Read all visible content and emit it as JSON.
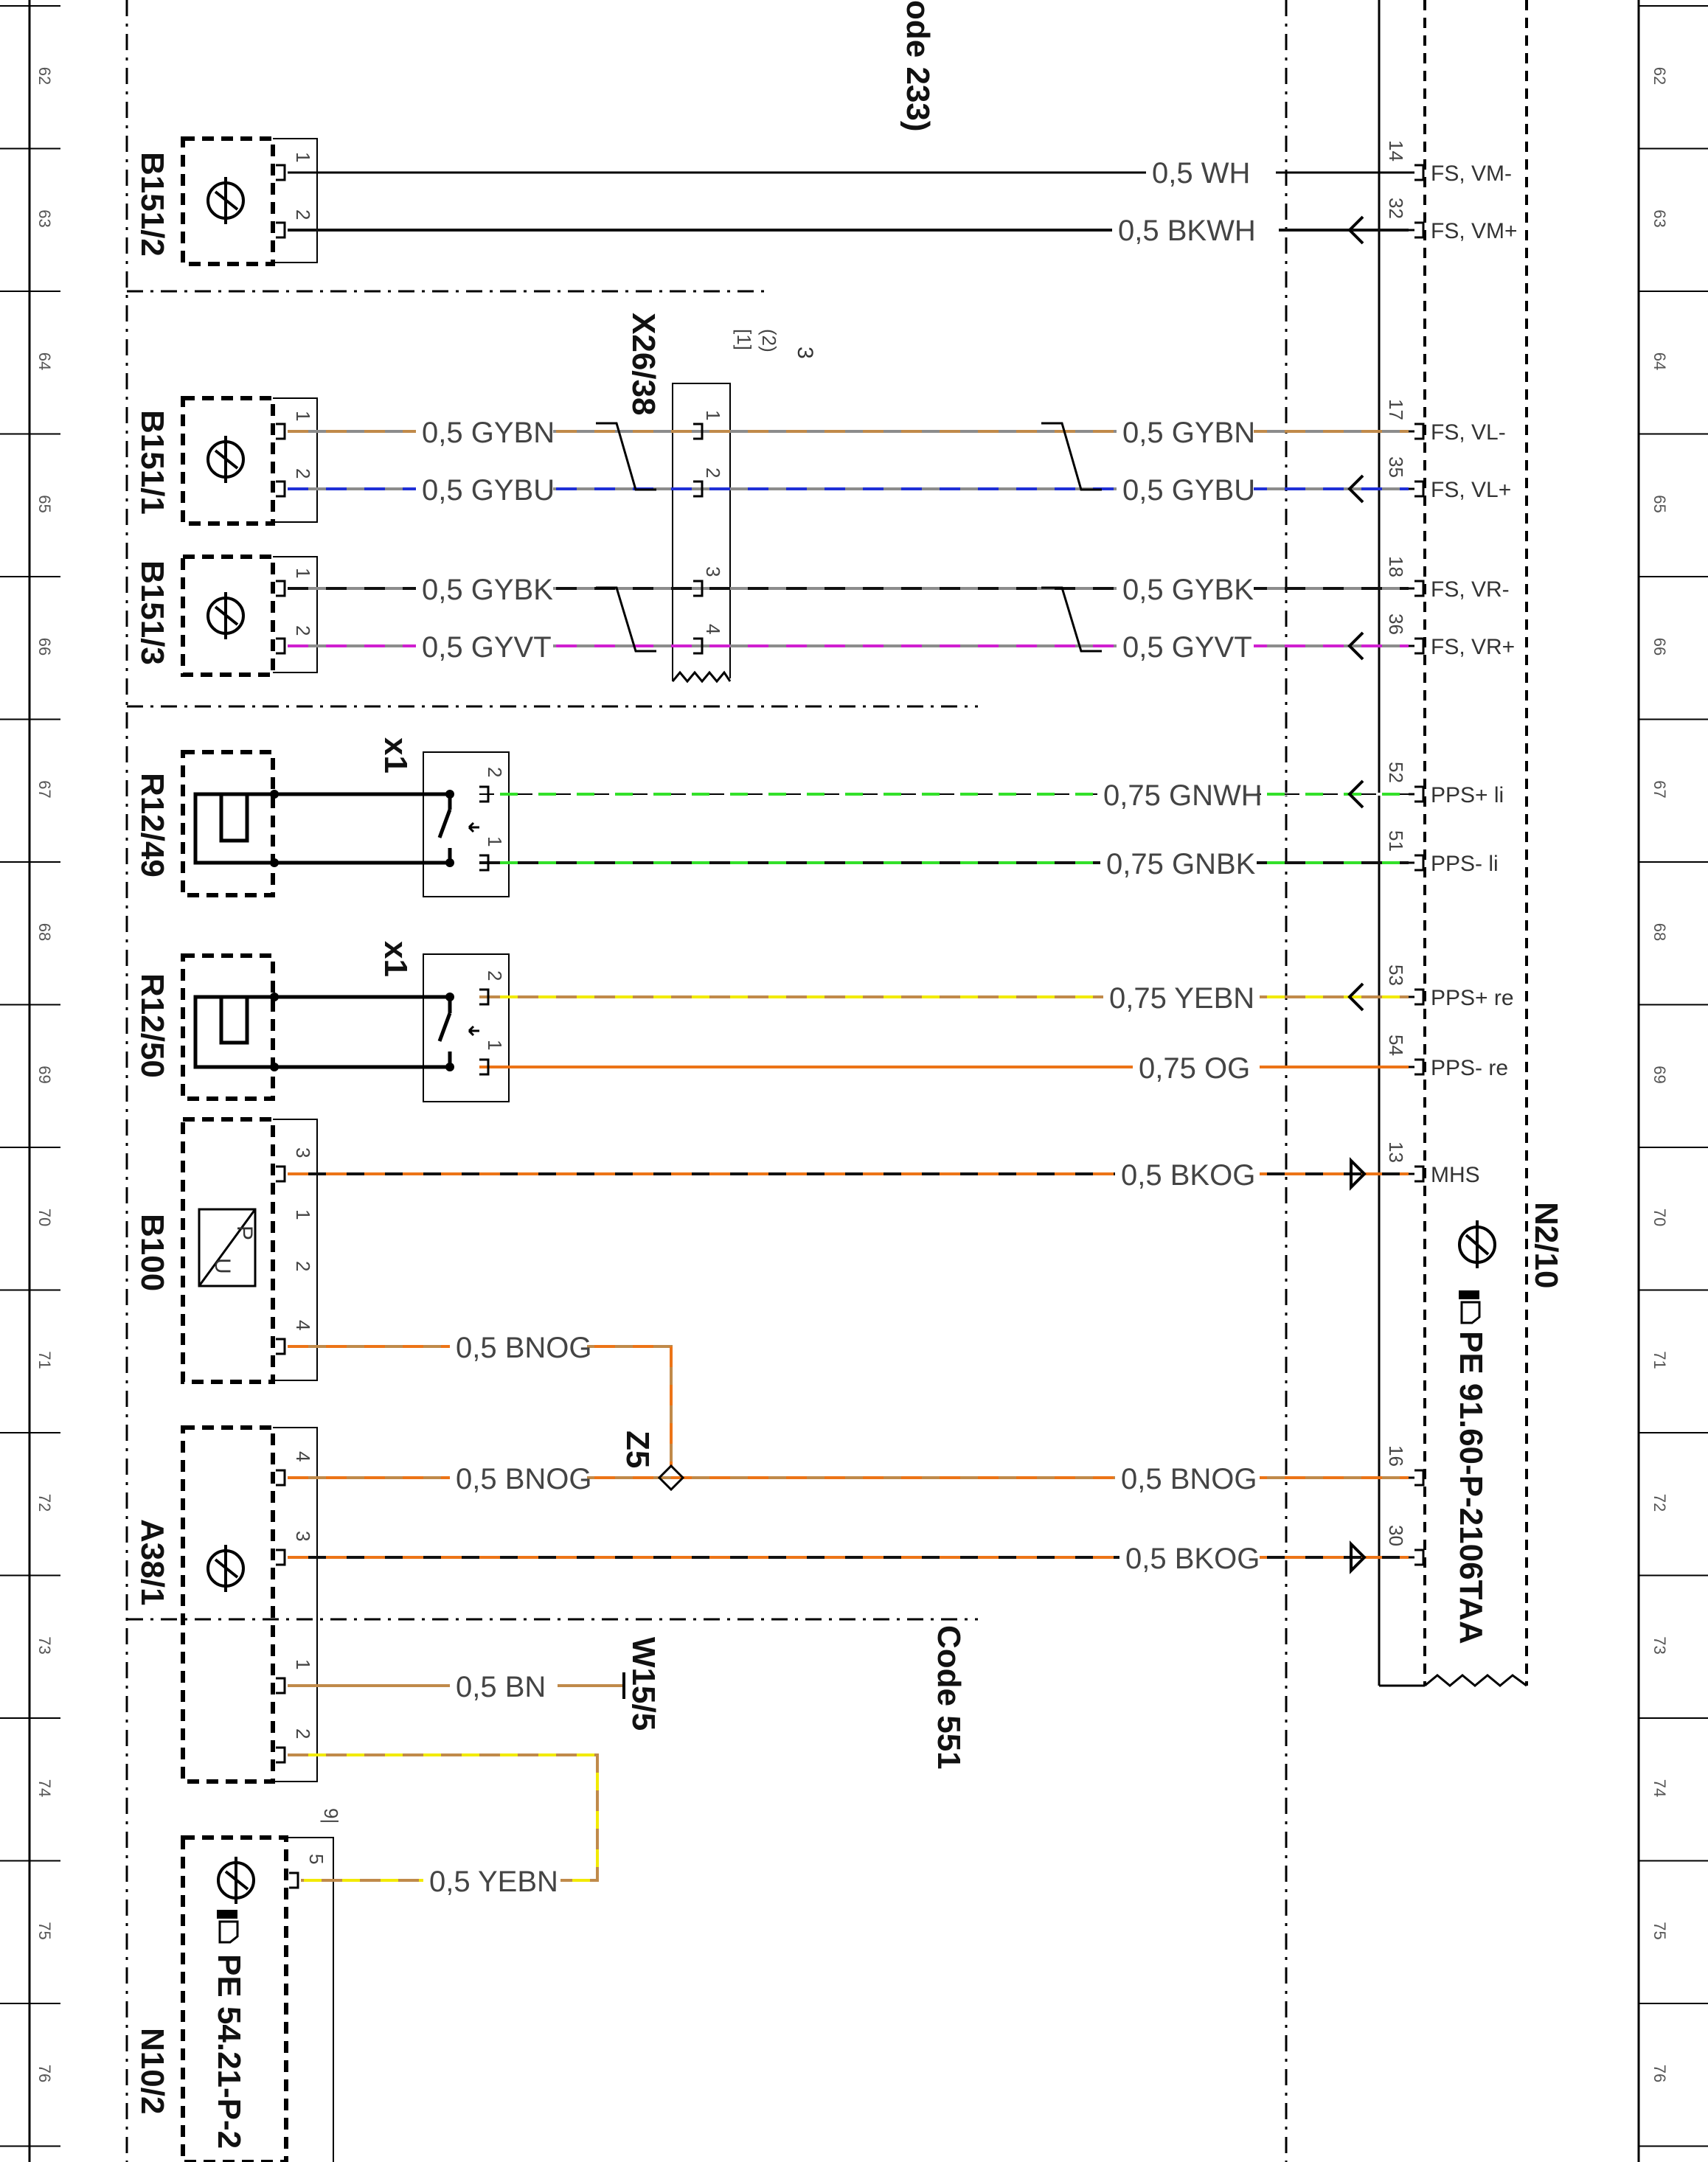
{
  "row_numbers": [
    "62",
    "63",
    "64",
    "65",
    "66",
    "67",
    "68",
    "69",
    "70",
    "71",
    "72",
    "73",
    "74",
    "75",
    "76"
  ],
  "codes": {
    "top": "ode 233)",
    "bottom": "Code 551"
  },
  "components": {
    "b151_2": "B151/2",
    "b151_1": "B151/1",
    "b151_3": "B151/3",
    "r12_49": "R12/49",
    "r12_50": "R12/50",
    "b100": "B100",
    "a38_1": "A38/1",
    "n10_2": "N10/2",
    "n2_10": "N2/10",
    "x26_38": "X26/38",
    "z5": "Z5",
    "w15_5": "W15/5",
    "x1_a": "x1",
    "x1_b": "x1",
    "b100_p": "P",
    "b100_u": "U"
  },
  "references": {
    "n2_10": "PE 91.60-P-2106TAA",
    "n10_2": "PE 54.21-P-2"
  },
  "connector_notes": {
    "x26_a": "(2)",
    "x26_b": "[1]",
    "x26_c": "3",
    "n10_2_note": "9|"
  },
  "wires": {
    "w63a": "0,5  WH",
    "w63b": "0,5  BKWH",
    "w65a_l": "0,5  GYBN",
    "w65b_l": "0,5  GYBU",
    "w65a_r": "0,5  GYBN",
    "w65b_r": "0,5  GYBU",
    "w66a_l": "0,5  GYBK",
    "w66b_l": "0,5  GYVT",
    "w66a_r": "0,5  GYBK",
    "w66b_r": "0,5  GYVT",
    "w67a": "0,75  GNWH",
    "w67b": "0,75  GNBK",
    "w68a": "0,75  YEBN",
    "w69a": "0,75  OG",
    "w70a": "0,5  BKOG",
    "w71a": "0,5  BNOG",
    "w72a_l": "0,5  BNOG",
    "w72a_r": "0,5  BNOG",
    "w72b": "0,5  BKOG",
    "w73a": "0,5  BN",
    "w75a": "0,5  YEBN"
  },
  "signals": {
    "s14": "FS, VM-",
    "s32": "FS, VM+",
    "s17": "FS, VL-",
    "s35": "FS, VL+",
    "s18": "FS, VR-",
    "s36": "FS, VR+",
    "s52": "PPS+ li",
    "s51": "PPS- li",
    "s53": "PPS+ re",
    "s54": "PPS- re",
    "s13": "MHS"
  },
  "pins": {
    "n14": "14",
    "n32": "32",
    "n17": "17",
    "n35": "35",
    "n18": "18",
    "n36": "36",
    "n52": "52",
    "n51": "51",
    "n53": "53",
    "n54": "54",
    "n13": "13",
    "n16": "16",
    "n30": "30",
    "b151_2_p1": "1",
    "b151_2_p2": "2",
    "b151_1_p1": "1",
    "b151_1_p2": "2",
    "b151_3_p1": "1",
    "b151_3_p2": "2",
    "x26_p1": "1",
    "x26_p2": "2",
    "x26_p3": "3",
    "x26_p4": "4",
    "r49_p2": "2",
    "r49_p1": "1",
    "r50_p2": "2",
    "r50_p1": "1",
    "b100_p3": "3",
    "b100_p1": "1",
    "b100_p2": "2",
    "b100_p4": "4",
    "a38_p4": "4",
    "a38_p3": "3",
    "a38_p1": "1",
    "a38_p2": "2",
    "n10_p5": "5"
  },
  "colors": {
    "WH": "#ffffff",
    "BK": "#111111",
    "GY": "#8c8c8c",
    "BN": "#c08a4a",
    "BU": "#1f2fd6",
    "VT": "#d01fd0",
    "GN": "#33e02a",
    "YE": "#f2ea00",
    "OG": "#ec7417"
  }
}
